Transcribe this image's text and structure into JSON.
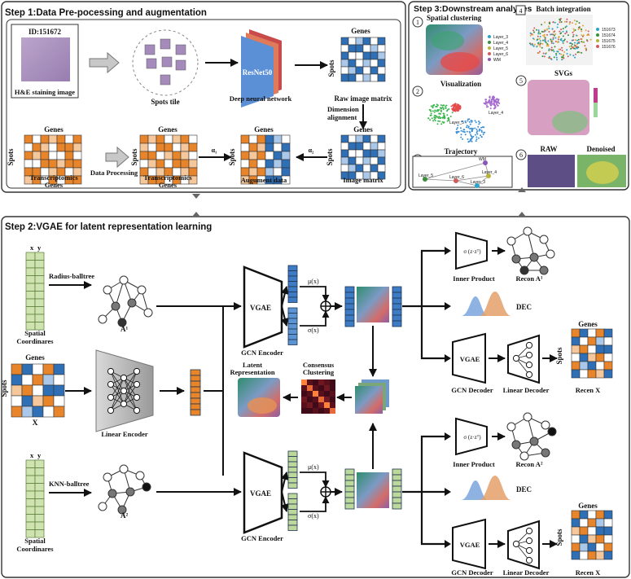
{
  "step1": {
    "title": "Step 1:Data Pre-pocessing and augmentation",
    "sample_id": "ID:151672",
    "he_label": "H&E staining image",
    "spots_tile": "Spots tile",
    "resnet": "ResNet50",
    "dnn": "Deep neural network",
    "genes": "Genes",
    "spots": "Spots",
    "raw_image_matrix": "Raw image matrix",
    "dim_align_1": "Dimension",
    "dim_align_2": "alignment",
    "transcriptomics_genes_1": "Transcriptomics",
    "transcriptomics_genes_2": "Genes",
    "data_processing": "Data Processing",
    "augment_data": "Augument data",
    "image_matrix": "Image matrix",
    "alpha1": "α₁",
    "alpha2": "α₂"
  },
  "step2": {
    "title": "Step 2:VGAE for latent representation learning",
    "x": "x",
    "y": "y",
    "spatial_1": "Spatial",
    "spatial_2": "Coordinares",
    "radius_balltree": "Radius-balltree",
    "knn_balltree": "KNN-balltree",
    "a1": "A¹",
    "a2": "A²",
    "genes": "Genes",
    "spots": "Spots",
    "X": "X",
    "linear_encoder": "Linear Encoder",
    "vgae": "VGAE",
    "gcn_encoder": "GCN Encoder",
    "mu": "μ(x)",
    "sigma": "σ(x)",
    "latent_1": "Latent",
    "latent_2": "Representation",
    "consensus_1": "Consensus",
    "consensus_2": "Clustering",
    "inner_product_formula": "σ (z·zᵀ)",
    "inner_product": "Inner Product",
    "recon_a1": "Recon A¹",
    "recon_a2": "Recon A²",
    "dec": "DEC",
    "gcn_decoder": "GCN Decoder",
    "linear_decoder": "Linear Decoder",
    "recon_x": "Recen X"
  },
  "step3": {
    "title": "Step 3:Downstream analyses",
    "spatial_clustering": "Spatial clustering",
    "batch_integration": "Batch integration",
    "visualization": "Visualization",
    "svgs": "SVGs",
    "trajectory": "Trajectory",
    "raw": "RAW",
    "denoised": "Denoised",
    "n1": "1",
    "n2": "2",
    "n3": "3",
    "n4": "4",
    "n5": "5",
    "n6": "6",
    "legend_layers": [
      "Layer_3",
      "Layer_4",
      "Layer_5",
      "Layer_6",
      "WM"
    ],
    "legend_batches": [
      "151673",
      "151674",
      "151675",
      "151676"
    ],
    "traj_nodes": [
      "WM",
      "Layer_4",
      "Layer_5",
      "Layer_6",
      "Layer_3"
    ],
    "vis_labels": [
      "Layer_4",
      "Layer_5"
    ]
  },
  "colors": {
    "orange": "#e8852a",
    "light_orange": "#f6c79b",
    "blue": "#2e6fb5",
    "light_blue": "#a9c8ea",
    "green_cell": "#cfe3b0",
    "panel_border": "#333333"
  }
}
